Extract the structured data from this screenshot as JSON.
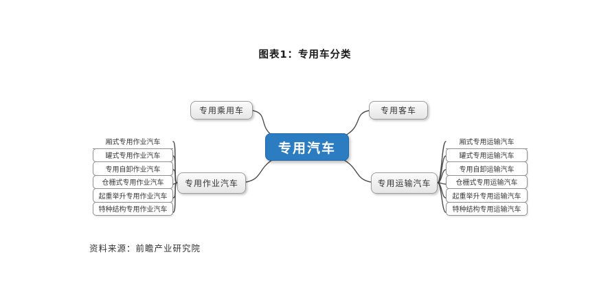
{
  "title": "图表1：专用车分类",
  "center": {
    "label": "专用汽车"
  },
  "branches": {
    "passenger": {
      "label": "专用乘用车"
    },
    "bus": {
      "label": "专用客车"
    },
    "work": {
      "label": "专用作业汽车",
      "children": [
        "厢式专用作业汽车",
        "罐式专用作业汽车",
        "专用自卸作业汽车",
        "仓栅式专用作业汽车",
        "起重举升专用作业汽车",
        "特种结构专用作业汽车"
      ]
    },
    "transport": {
      "label": "专用运输汽车",
      "children": [
        "厢式专用运输汽车",
        "罐式专用运输汽车",
        "专用自卸运输汽车",
        "仓栅式专用运输汽车",
        "起重举升专用运输汽车",
        "特种结构专用运输汽车"
      ]
    }
  },
  "source": "资料来源：前瞻产业研究院",
  "colors": {
    "center_bg": "#2b7cc0",
    "center_text": "#ffffff",
    "branch_node_border": "#9b9b9b",
    "leaf_border": "#8f8f8f",
    "connector_line": "#4d4d4d"
  }
}
